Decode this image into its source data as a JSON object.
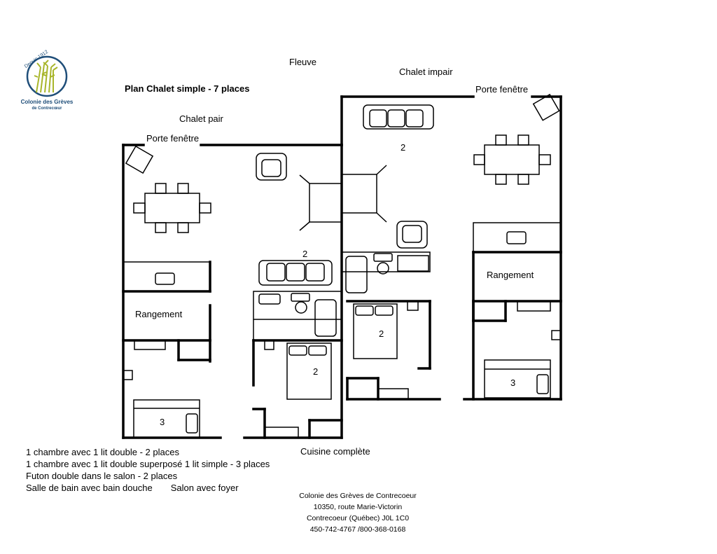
{
  "logo": {
    "since": "Depuis 1912",
    "name_line1": "Colonie des Grèves",
    "name_line2": "de Contrecœur",
    "colors": {
      "ring": "#1f4e79",
      "wheat": "#a8b52a",
      "text": "#1f4e79"
    }
  },
  "title": "Plan Chalet simple - 7 places",
  "labels": {
    "fleuve": "Fleuve",
    "chalet_impair": "Chalet impair",
    "chalet_pair": "Chalet pair",
    "porte_fenetre_left": "Porte fenêtre",
    "porte_fenetre_right": "Porte fenêtre",
    "rangement_left": "Rangement",
    "rangement_right": "Rangement",
    "cuisine": "Cuisine complète"
  },
  "room_numbers": {
    "left_salon": "2",
    "left_room_double": "2",
    "left_room_bunk": "3",
    "right_salon": "2",
    "right_room_double": "2",
    "right_room_bunk": "3"
  },
  "legend": {
    "line1": "1 chambre avec 1 lit double - 2 places",
    "line2": "1 chambre avec 1 lit double superposé 1 lit simple - 3 places",
    "line3": "Futon double dans le salon - 2 places",
    "line4a": "Salle de bain avec bain douche",
    "line4b": "Salon avec foyer"
  },
  "address": {
    "line1": "Colonie des Grèves de Contrecoeur",
    "line2": "10350, route Marie-Victorin",
    "line3": "Contrecoeur (Québec) J0L 1C0",
    "line4": "450-742-4767 /800-368-0168"
  }
}
